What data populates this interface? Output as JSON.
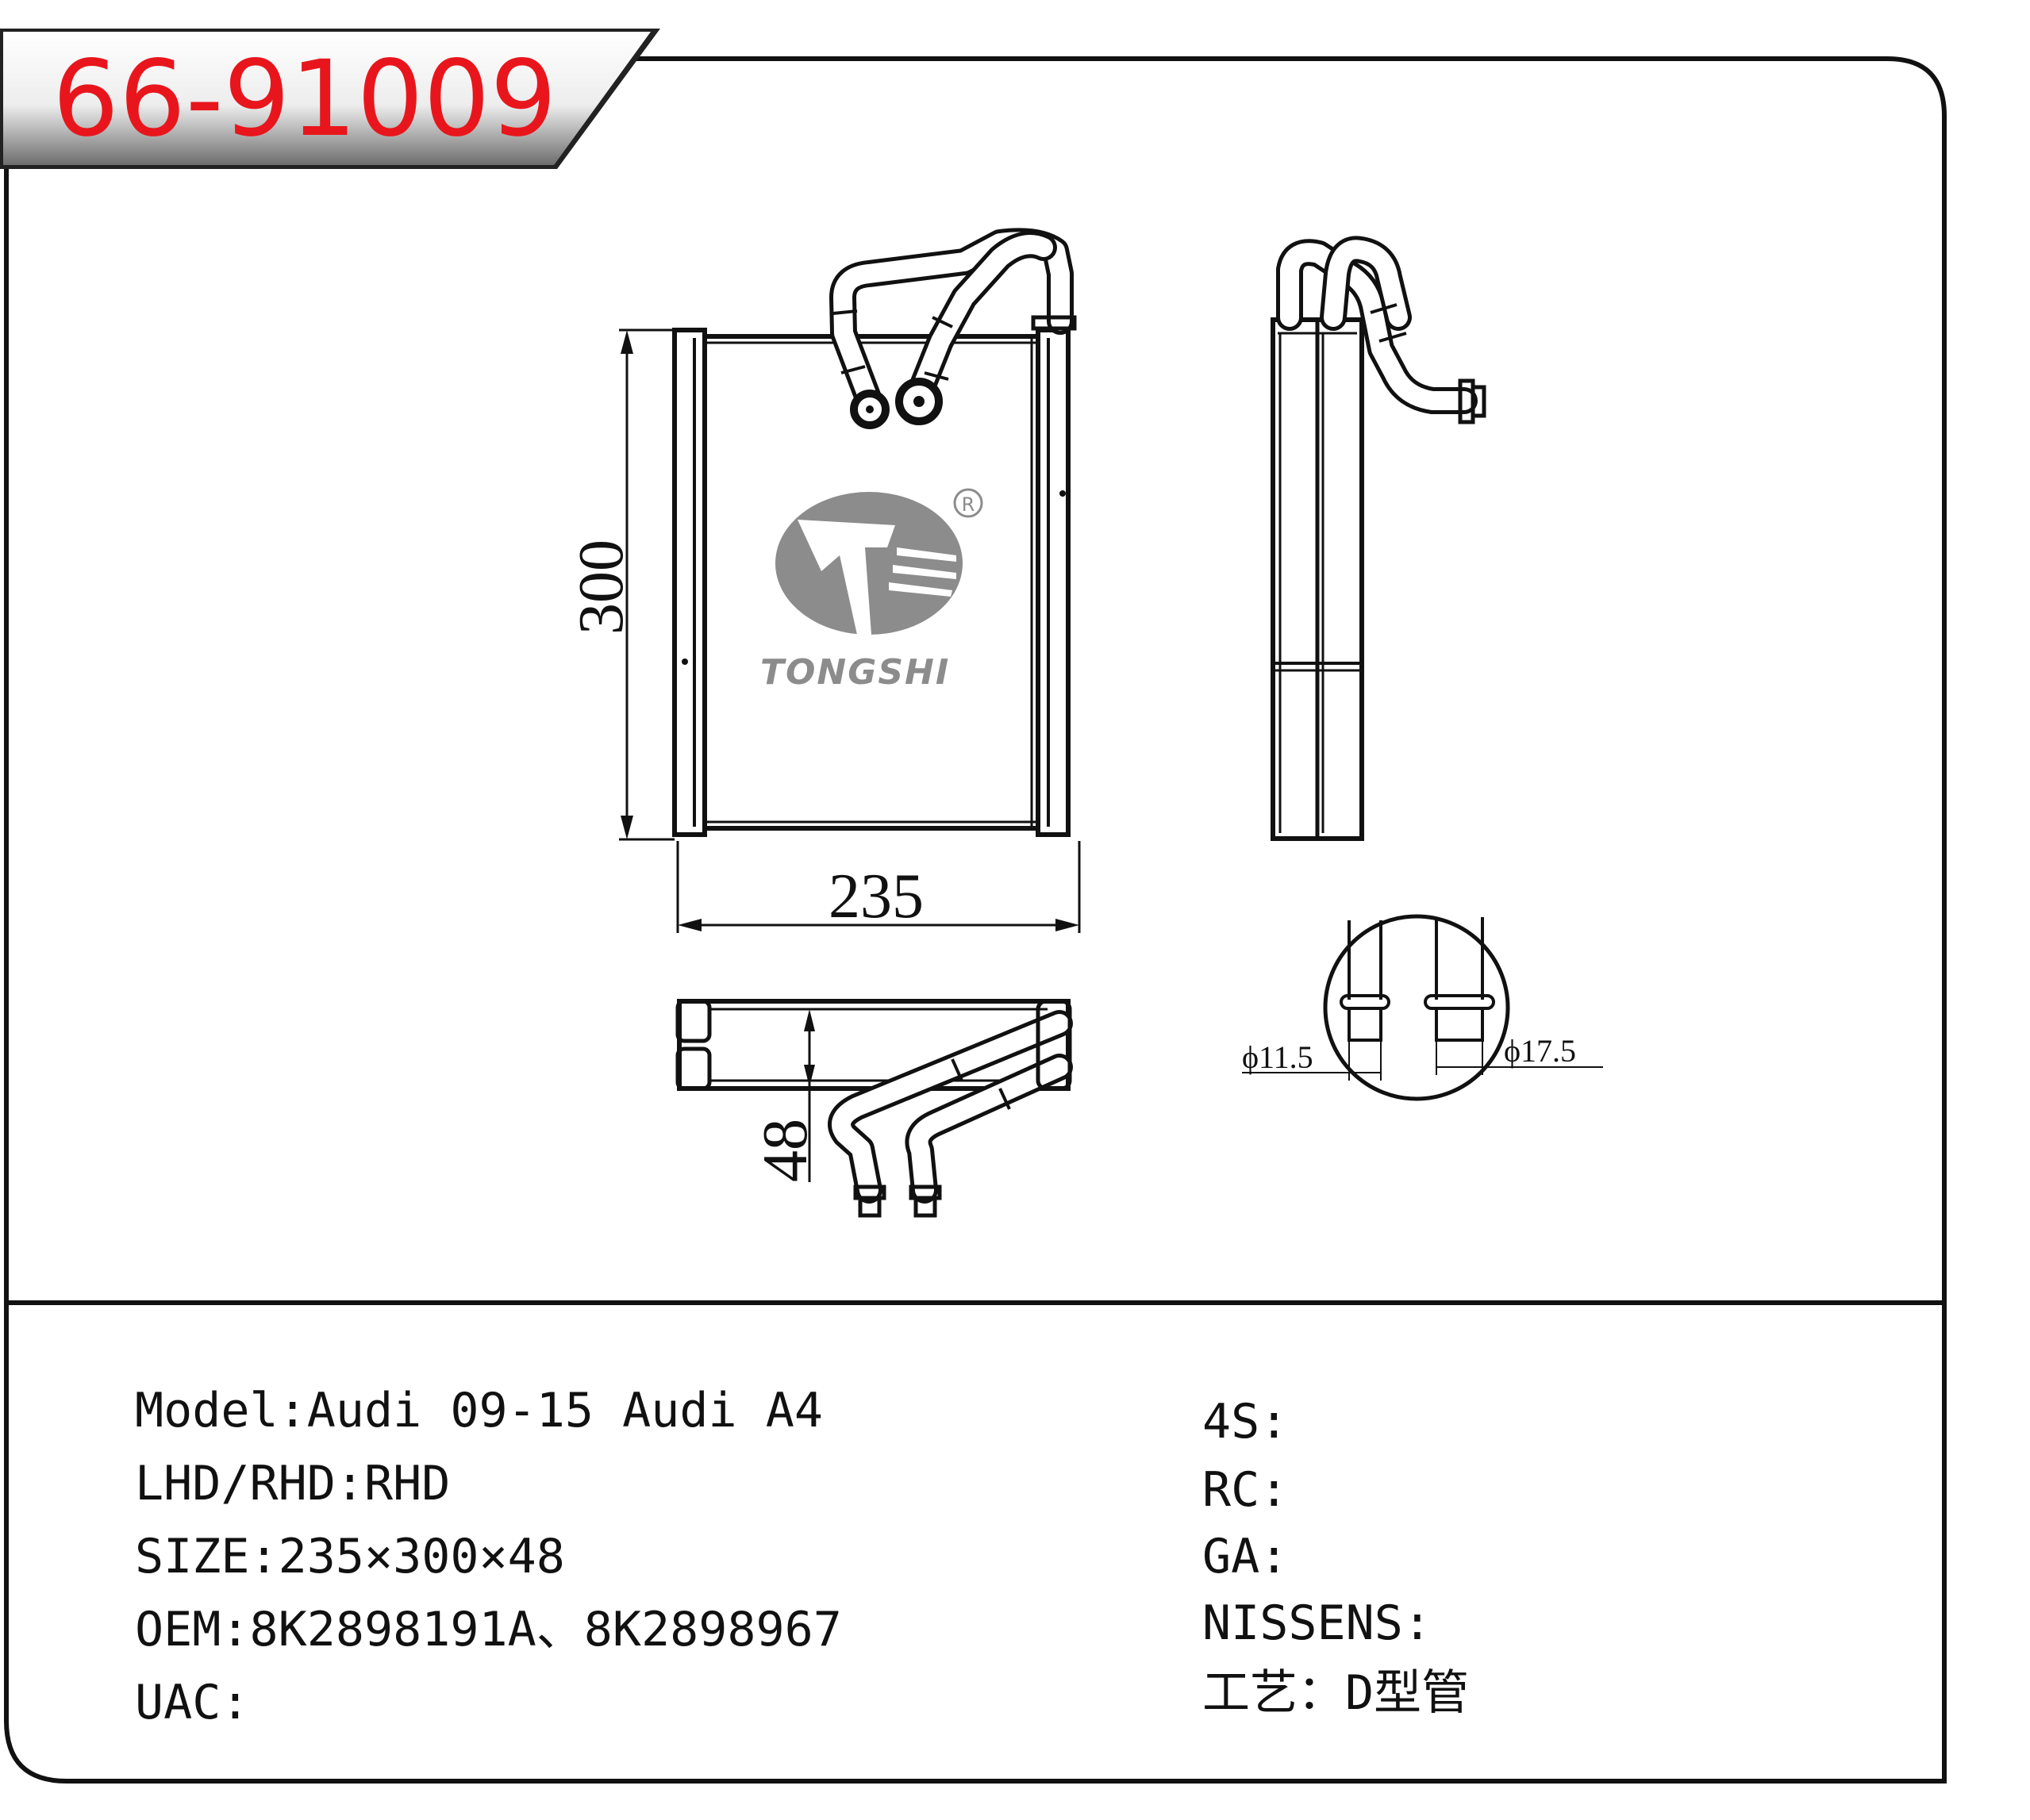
{
  "header": {
    "part_number": "66-91009"
  },
  "logo": {
    "brand_text": "TONGSHI",
    "registered_mark": "R"
  },
  "dimensions": {
    "width": "235",
    "height": "300",
    "depth": "48",
    "pipe_small": "ϕ11.5",
    "pipe_large": "ϕ17.5"
  },
  "specs_left": [
    "Model:Audi 09-15 Audi A4",
    "LHD/RHD:RHD",
    "SIZE:235×300×48",
    "OEM:8K2898191A、8K2898967",
    "UAC:"
  ],
  "specs_right": [
    "4S:",
    "RC:",
    "GA:",
    "NISSENS:",
    "工艺：D型管"
  ],
  "colors": {
    "part_number": "#e8161c",
    "logo_gray": "#8c8c8c",
    "outline": "#111111"
  }
}
